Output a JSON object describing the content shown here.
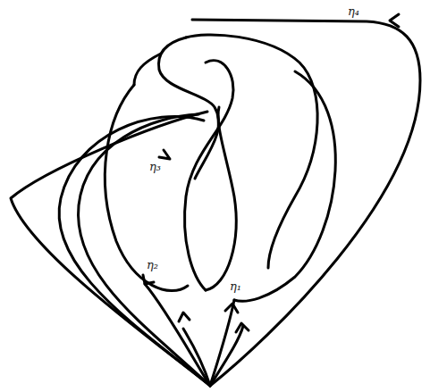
{
  "diagram": {
    "labels": [
      "η₄",
      "η₃",
      "η₂",
      "η₁"
    ]
  }
}
